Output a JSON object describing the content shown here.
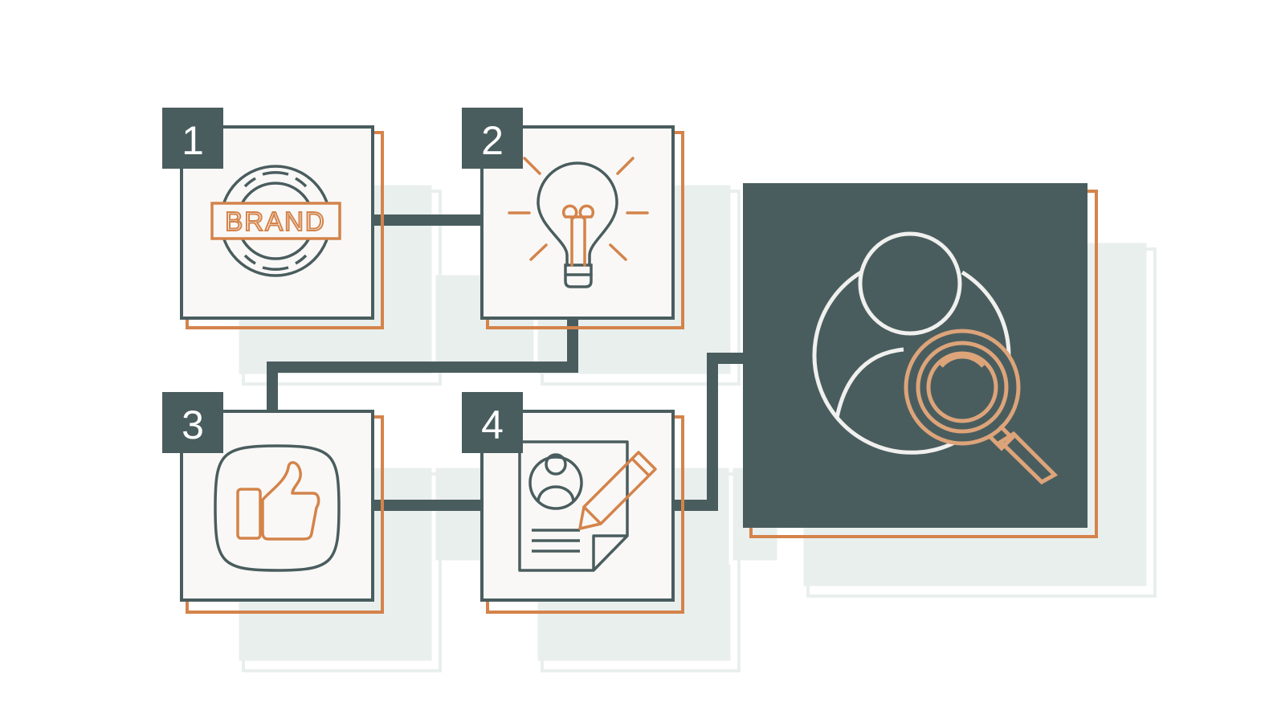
{
  "steps": [
    {
      "number": "1",
      "icon": "brand-stamp-icon",
      "label": "BRAND"
    },
    {
      "number": "2",
      "icon": "lightbulb-icon"
    },
    {
      "number": "3",
      "icon": "thumbs-up-icon"
    },
    {
      "number": "4",
      "icon": "profile-document-pencil-icon"
    }
  ],
  "result": {
    "icon": "user-search-icon"
  },
  "colors": {
    "dark": "#4a5d5e",
    "accent": "#d4834a",
    "accent_light": "#dda47a",
    "card_bg": "#f9f8f6",
    "shadow": "#e8eeec",
    "ring": "#f0f0ee"
  }
}
